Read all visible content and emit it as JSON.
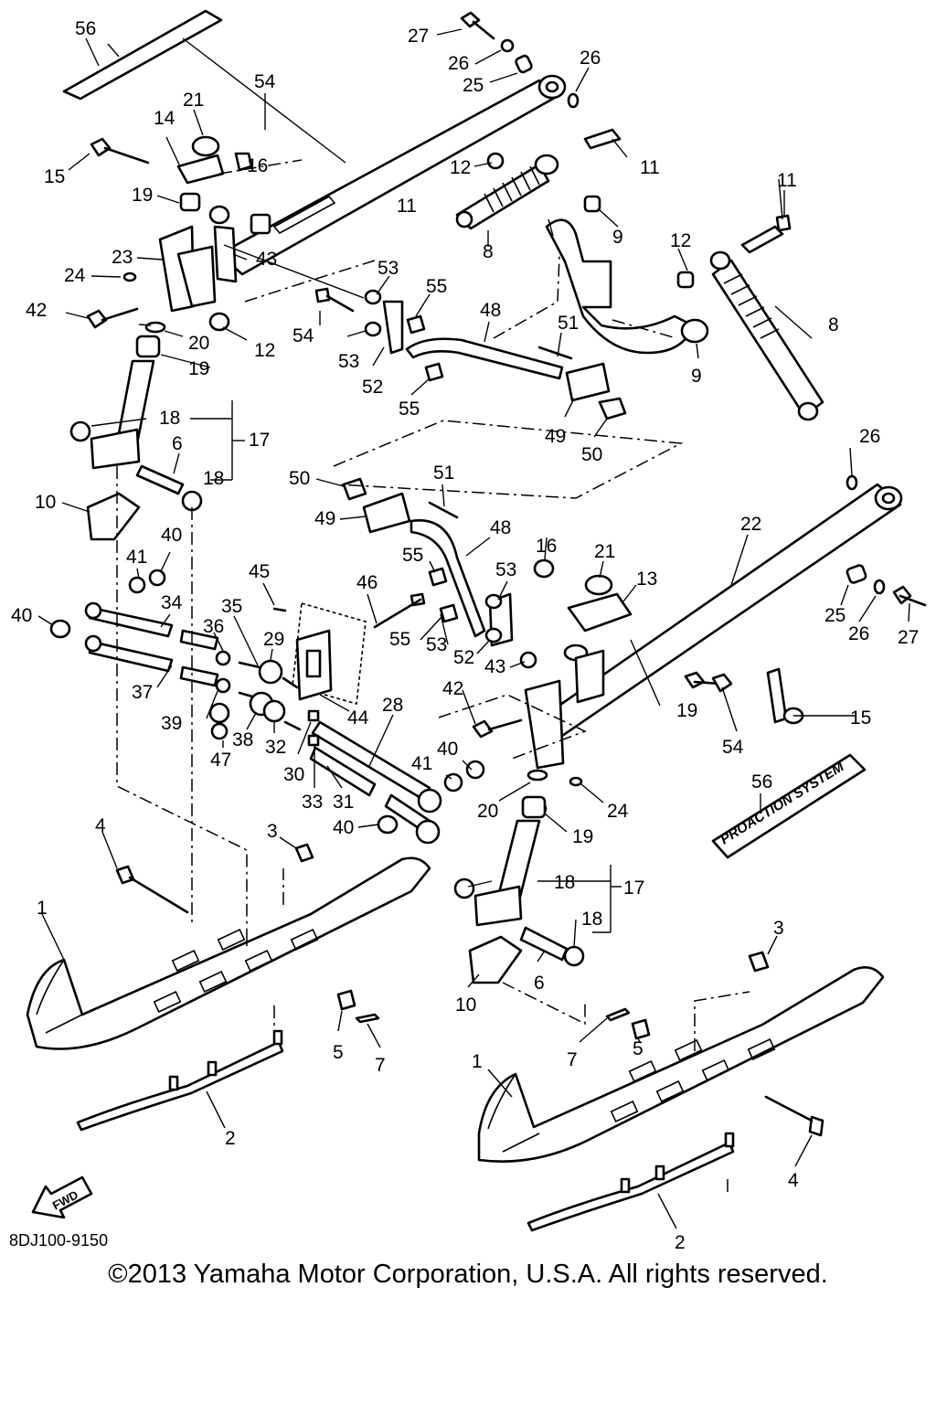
{
  "diagram": {
    "drawing_code": "8DJ100-9150",
    "copyright": "©2013 Yamaha Motor Corporation, U.S.A. All rights reserved.",
    "fwd_label": "FWD",
    "decal_text": "PROACTION SYSTEM",
    "callouts": [
      {
        "id": "c56a",
        "label": "56"
      },
      {
        "id": "c27a",
        "label": "27"
      },
      {
        "id": "c26a",
        "label": "26"
      },
      {
        "id": "c25a",
        "label": "25"
      },
      {
        "id": "c26b",
        "label": "26"
      },
      {
        "id": "c54a",
        "label": "54"
      },
      {
        "id": "c21a",
        "label": "21"
      },
      {
        "id": "c14",
        "label": "14"
      },
      {
        "id": "c16a",
        "label": "16"
      },
      {
        "id": "c15a",
        "label": "15"
      },
      {
        "id": "c19a",
        "label": "19"
      },
      {
        "id": "c12a",
        "label": "12"
      },
      {
        "id": "c11a",
        "label": "11"
      },
      {
        "id": "c11b",
        "label": "11"
      },
      {
        "id": "c11c",
        "label": "11"
      },
      {
        "id": "c23",
        "label": "23"
      },
      {
        "id": "c43a",
        "label": "43"
      },
      {
        "id": "c8a",
        "label": "8"
      },
      {
        "id": "c9a",
        "label": "9"
      },
      {
        "id": "c12b",
        "label": "12"
      },
      {
        "id": "c24a",
        "label": "24"
      },
      {
        "id": "c53a",
        "label": "53"
      },
      {
        "id": "c42a",
        "label": "42"
      },
      {
        "id": "c55a",
        "label": "55"
      },
      {
        "id": "c48a",
        "label": "48"
      },
      {
        "id": "c51a",
        "label": "51"
      },
      {
        "id": "c20a",
        "label": "20"
      },
      {
        "id": "c12c",
        "label": "12"
      },
      {
        "id": "c54b",
        "label": "54"
      },
      {
        "id": "c53b",
        "label": "53"
      },
      {
        "id": "c8b",
        "label": "8"
      },
      {
        "id": "c19b",
        "label": "19"
      },
      {
        "id": "c52a",
        "label": "52"
      },
      {
        "id": "c9b",
        "label": "9"
      },
      {
        "id": "c55b",
        "label": "55"
      },
      {
        "id": "c18a",
        "label": "18"
      },
      {
        "id": "c17a",
        "label": "17"
      },
      {
        "id": "c49a",
        "label": "49"
      },
      {
        "id": "c50a",
        "label": "50"
      },
      {
        "id": "c6a",
        "label": "6"
      },
      {
        "id": "c18b",
        "label": "18"
      },
      {
        "id": "c26c",
        "label": "26"
      },
      {
        "id": "c50b",
        "label": "50"
      },
      {
        "id": "c51b",
        "label": "51"
      },
      {
        "id": "c10a",
        "label": "10"
      },
      {
        "id": "c49b",
        "label": "49"
      },
      {
        "id": "c48b",
        "label": "48"
      },
      {
        "id": "c22",
        "label": "22"
      },
      {
        "id": "c40a",
        "label": "40"
      },
      {
        "id": "c16b",
        "label": "16"
      },
      {
        "id": "c21b",
        "label": "21"
      },
      {
        "id": "c41a",
        "label": "41"
      },
      {
        "id": "c55c",
        "label": "55"
      },
      {
        "id": "c53c",
        "label": "53"
      },
      {
        "id": "c13",
        "label": "13"
      },
      {
        "id": "c45",
        "label": "45"
      },
      {
        "id": "c46",
        "label": "46"
      },
      {
        "id": "c40b",
        "label": "40"
      },
      {
        "id": "c34",
        "label": "34"
      },
      {
        "id": "c35",
        "label": "35"
      },
      {
        "id": "c29",
        "label": "29"
      },
      {
        "id": "c36",
        "label": "36"
      },
      {
        "id": "c55d",
        "label": "55"
      },
      {
        "id": "c53d",
        "label": "53"
      },
      {
        "id": "c25b",
        "label": "25"
      },
      {
        "id": "c26d",
        "label": "26"
      },
      {
        "id": "c27b",
        "label": "27"
      },
      {
        "id": "c52b",
        "label": "52"
      },
      {
        "id": "c43b",
        "label": "43"
      },
      {
        "id": "c37",
        "label": "37"
      },
      {
        "id": "c42b",
        "label": "42"
      },
      {
        "id": "c19c",
        "label": "19"
      },
      {
        "id": "c15b",
        "label": "15"
      },
      {
        "id": "c39",
        "label": "39"
      },
      {
        "id": "c44",
        "label": "44"
      },
      {
        "id": "c28",
        "label": "28"
      },
      {
        "id": "c54c",
        "label": "54"
      },
      {
        "id": "c38",
        "label": "38"
      },
      {
        "id": "c32",
        "label": "32"
      },
      {
        "id": "c47",
        "label": "47"
      },
      {
        "id": "c30",
        "label": "30"
      },
      {
        "id": "c40c",
        "label": "40"
      },
      {
        "id": "c41b",
        "label": "41"
      },
      {
        "id": "c56b",
        "label": "56"
      },
      {
        "id": "c33",
        "label": "33"
      },
      {
        "id": "c31",
        "label": "31"
      },
      {
        "id": "c20b",
        "label": "20"
      },
      {
        "id": "c24b",
        "label": "24"
      },
      {
        "id": "c40d",
        "label": "40"
      },
      {
        "id": "c19d",
        "label": "19"
      },
      {
        "id": "c4a",
        "label": "4"
      },
      {
        "id": "c3a",
        "label": "3"
      },
      {
        "id": "c18c",
        "label": "18"
      },
      {
        "id": "c17b",
        "label": "17"
      },
      {
        "id": "c18d",
        "label": "18"
      },
      {
        "id": "c1a",
        "label": "1"
      },
      {
        "id": "c3b",
        "label": "3"
      },
      {
        "id": "c6b",
        "label": "6"
      },
      {
        "id": "c10b",
        "label": "10"
      },
      {
        "id": "c5a",
        "label": "5"
      },
      {
        "id": "c7a",
        "label": "7"
      },
      {
        "id": "c7b",
        "label": "7"
      },
      {
        "id": "c5b",
        "label": "5"
      },
      {
        "id": "c1b",
        "label": "1"
      },
      {
        "id": "c2a",
        "label": "2"
      },
      {
        "id": "c4b",
        "label": "4"
      },
      {
        "id": "c2b",
        "label": "2"
      }
    ]
  }
}
